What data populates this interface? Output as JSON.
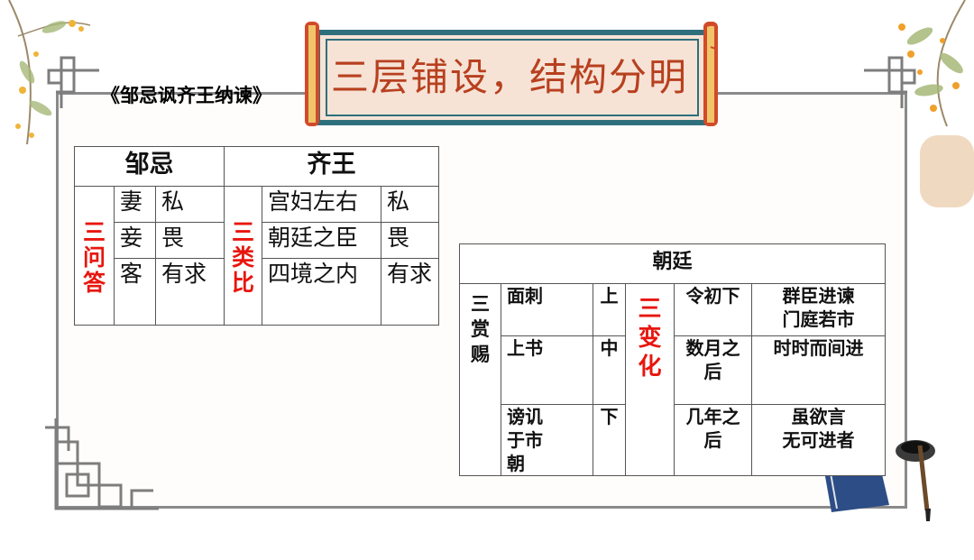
{
  "banner": {
    "title": "三层铺设，结构分明"
  },
  "subtitle": "《邹忌讽齐王纳谏》",
  "table_left": {
    "headers": [
      "邹忌",
      "齐王"
    ],
    "left_group": [
      "三",
      "问",
      "答"
    ],
    "right_group": [
      "三",
      "类",
      "比"
    ],
    "rows": [
      {
        "zou": "妻",
        "zou_v": "私",
        "qi": "宫妇左右",
        "qi_v": "私"
      },
      {
        "zou": "妾",
        "zou_v": "畏",
        "qi": "朝廷之臣",
        "qi_v": "畏"
      },
      {
        "zou": "客",
        "zou_v": "有求",
        "qi": "四境之内",
        "qi_v": "有求"
      }
    ]
  },
  "table_right": {
    "header": "朝廷",
    "left_group": [
      "三",
      "赏",
      "赐"
    ],
    "mid_group": [
      "三",
      "变",
      "化"
    ],
    "rows": [
      {
        "act": "面刺",
        "grade": "上",
        "time": "令初下",
        "result": "群臣进谏\n门庭若市"
      },
      {
        "act": "上书",
        "grade": "中",
        "time": "数月之后",
        "result": "时时而间进"
      },
      {
        "act": "谤讥于市朝",
        "grade": "下",
        "time": "几年之后",
        "result": "虽欲言\n无可进者"
      }
    ]
  },
  "icons": [
    "osmanthus-branch-icon",
    "chinese-lattice-corner-icon",
    "ink-stone-icon",
    "writing-brush-icon",
    "thread-bound-book-icon"
  ]
}
